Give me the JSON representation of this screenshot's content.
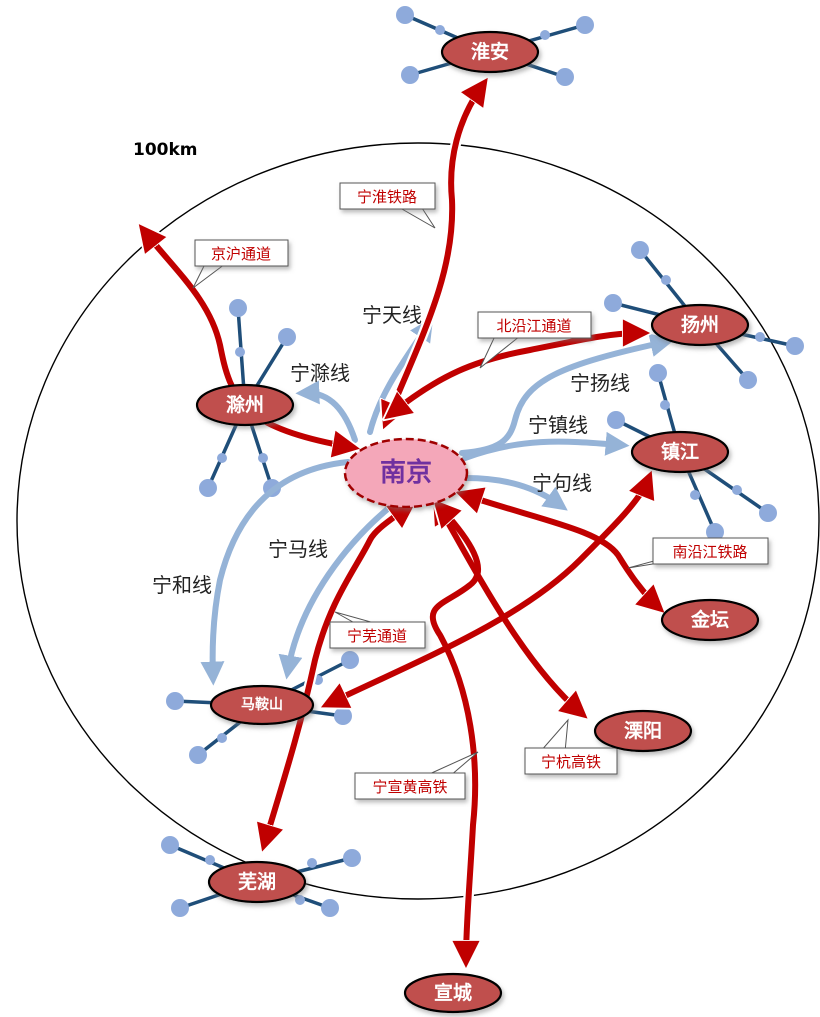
{
  "scale_label": "100km",
  "hub": {
    "name": "南京"
  },
  "cities": {
    "huaian": "淮安",
    "chuzhou": "滁州",
    "yangzhou": "扬州",
    "zhenjiang": "镇江",
    "jintan": "金坛",
    "liyang": "溧阳",
    "maanshan": "马鞍山",
    "wuhu": "芜湖",
    "xuancheng": "宣城"
  },
  "local_lines": {
    "ningtian": "宁天线",
    "ningchu": "宁滁线",
    "ningyang": "宁扬线",
    "ningzhen": "宁镇线",
    "ningju": "宁句线",
    "ningma": "宁马线",
    "ninghe": "宁和线"
  },
  "corridors": {
    "ninghuai": "宁淮铁路",
    "jinghu": "京沪通道",
    "beiyanjiang": "北沿江通道",
    "nanyanjiang": "南沿江铁路",
    "ningwu": "宁芜通道",
    "ninghang": "宁杭高铁",
    "ningxuanhuang": "宁宣黄高铁"
  },
  "colors": {
    "corridor": "#c00000",
    "local_line": "#95b3d7",
    "city_fill": "#c0504d",
    "hub_fill": "#f4a7b9",
    "branch_line": "#1f4e79",
    "branch_node": "#8eaadb"
  }
}
